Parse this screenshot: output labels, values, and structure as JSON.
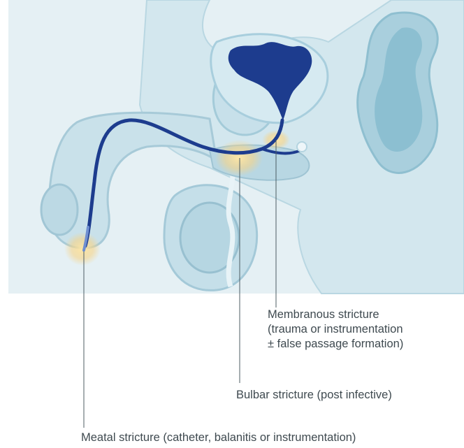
{
  "labels": {
    "membranous": {
      "line1": "Membranous stricture",
      "line2": "(trauma or instrumentation",
      "line3": "± false passage formation)"
    },
    "bulbar": "Bulbar stricture (post infective)",
    "meatal": "Meatal stricture (catheter, balanitis or instrumentation)"
  },
  "colors": {
    "background_panel": "#e6f1f5",
    "tissue": "#c7e0ea",
    "tissue_dark": "#9fc7d6",
    "urethra": "#1d3c8e",
    "stricture_glow": "#f7d88a",
    "leader_line": "#4d5c63"
  }
}
